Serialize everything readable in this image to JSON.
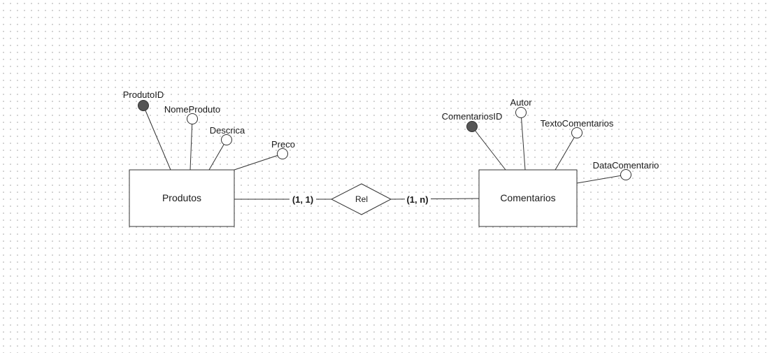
{
  "entities": {
    "produtos": {
      "name": "Produtos",
      "attributes": {
        "produto_id": {
          "label": "ProdutoID",
          "key": true
        },
        "nome_produto": {
          "label": "NomeProduto",
          "key": false
        },
        "descrica": {
          "label": "Descrica",
          "key": false
        },
        "preco": {
          "label": "Preco",
          "key": false
        }
      }
    },
    "comentarios": {
      "name": "Comentarios",
      "attributes": {
        "comentarios_id": {
          "label": "ComentariosID",
          "key": true
        },
        "autor": {
          "label": "Autor",
          "key": false
        },
        "texto_comentarios": {
          "label": "TextoComentarios",
          "key": false
        },
        "data_comentario": {
          "label": "DataComentario",
          "key": false
        }
      }
    }
  },
  "relationship": {
    "name": "Rel",
    "cardinality_left": "(1, 1)",
    "cardinality_right": "(1, n)"
  },
  "colors": {
    "stroke": "#333333",
    "key_fill": "#555555",
    "attr_fill": "#ffffff"
  }
}
